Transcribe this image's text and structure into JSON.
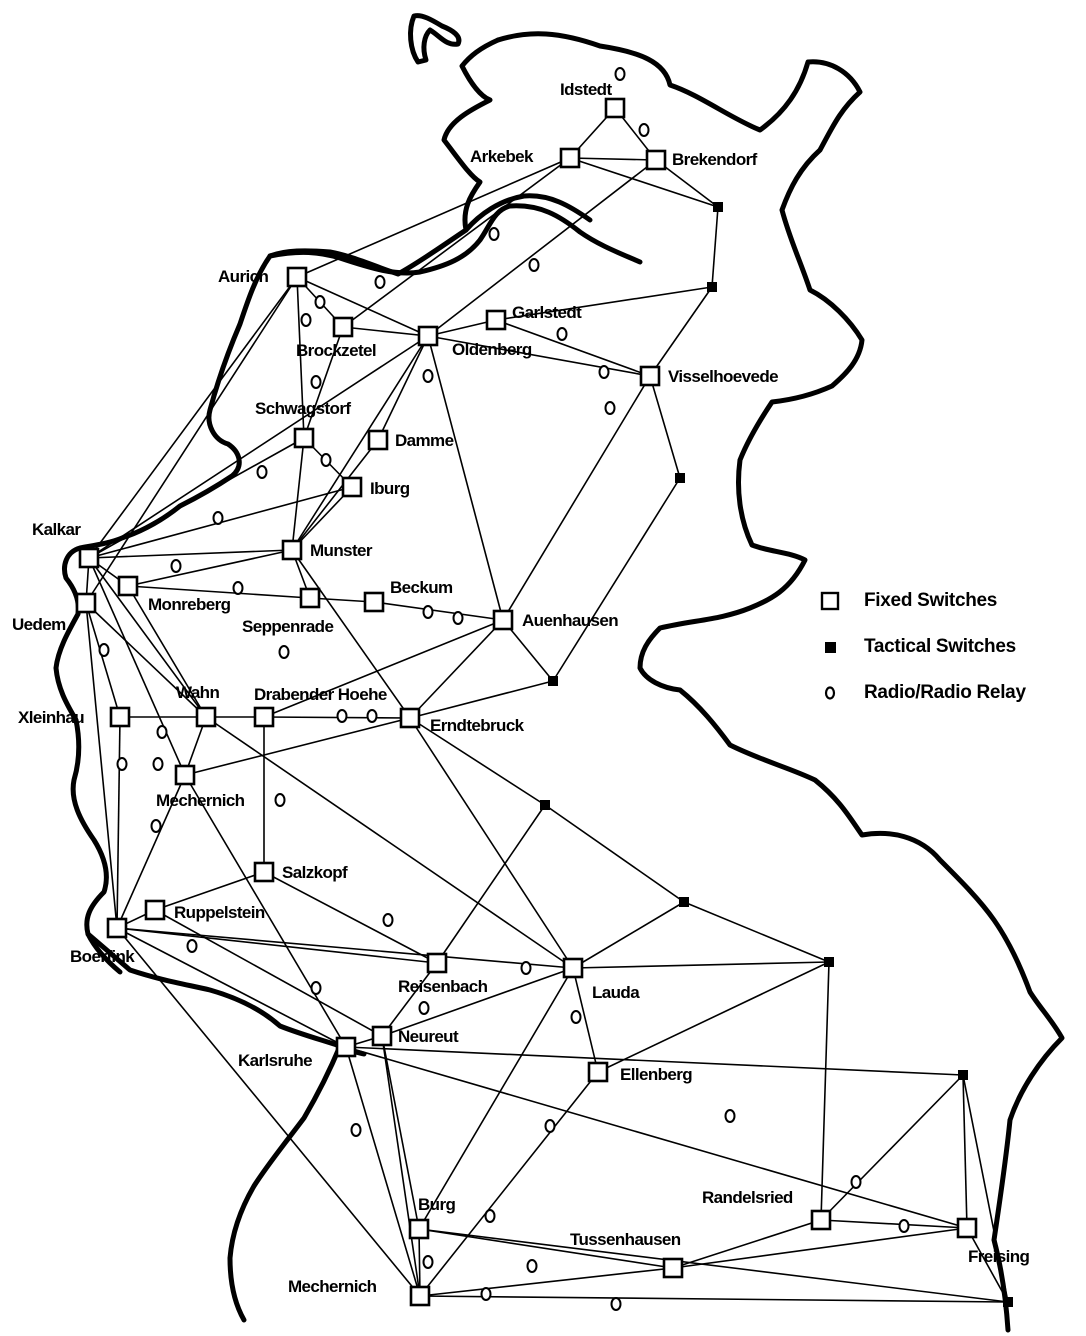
{
  "legend": {
    "fixed_label": "Fixed Switches",
    "tactical_label": "Tactical Switches",
    "relay_label": "Radio/Radio Relay"
  },
  "sites": [
    {
      "id": "idstedt",
      "name": "Idstedt",
      "type": "fixed"
    },
    {
      "id": "arkebek",
      "name": "Arkebek",
      "type": "fixed"
    },
    {
      "id": "brekendorf",
      "name": "Brekendorf",
      "type": "fixed"
    },
    {
      "id": "aurich",
      "name": "Aurich",
      "type": "fixed"
    },
    {
      "id": "garlstedt",
      "name": "Garlstedt",
      "type": "fixed"
    },
    {
      "id": "brockzetel",
      "name": "Brockzetel",
      "type": "fixed"
    },
    {
      "id": "oldenberg",
      "name": "Oldenberg",
      "type": "fixed"
    },
    {
      "id": "visselhoevede",
      "name": "Visselhoevede",
      "type": "fixed"
    },
    {
      "id": "schwagstorf",
      "name": "Schwagstorf",
      "type": "fixed"
    },
    {
      "id": "damme",
      "name": "Damme",
      "type": "fixed"
    },
    {
      "id": "iburg",
      "name": "Iburg",
      "type": "fixed"
    },
    {
      "id": "kalkar",
      "name": "Kalkar",
      "type": "fixed"
    },
    {
      "id": "munster",
      "name": "Munster",
      "type": "fixed"
    },
    {
      "id": "uedem",
      "name": "Uedem",
      "type": "fixed"
    },
    {
      "id": "monreberg",
      "name": "Monreberg",
      "type": "fixed"
    },
    {
      "id": "seppenrade",
      "name": "Seppenrade",
      "type": "fixed"
    },
    {
      "id": "beckum",
      "name": "Beckum",
      "type": "fixed"
    },
    {
      "id": "auenhausen",
      "name": "Auenhausen",
      "type": "fixed"
    },
    {
      "id": "xleinhau",
      "name": "Xleinhau",
      "type": "fixed"
    },
    {
      "id": "wahn",
      "name": "Wahn",
      "type": "fixed"
    },
    {
      "id": "drabender",
      "name": "Drabender Hoehe",
      "type": "fixed"
    },
    {
      "id": "erndtebruck",
      "name": "Erndtebruck",
      "type": "fixed"
    },
    {
      "id": "mechernich1",
      "name": "Mechernich",
      "type": "fixed"
    },
    {
      "id": "salzkopf",
      "name": "Salzkopf",
      "type": "fixed"
    },
    {
      "id": "ruppelstein",
      "name": "Ruppelstein",
      "type": "fixed"
    },
    {
      "id": "boerfink",
      "name": "Boerfink",
      "type": "fixed"
    },
    {
      "id": "reisenbach",
      "name": "Reisenbach",
      "type": "fixed"
    },
    {
      "id": "lauda",
      "name": "Lauda",
      "type": "fixed"
    },
    {
      "id": "neureut",
      "name": "Neureut",
      "type": "fixed"
    },
    {
      "id": "karlsruhe",
      "name": "Karlsruhe",
      "type": "fixed"
    },
    {
      "id": "ellenberg",
      "name": "Ellenberg",
      "type": "fixed"
    },
    {
      "id": "burg",
      "name": "Burg",
      "type": "fixed"
    },
    {
      "id": "randelsried",
      "name": "Randelsried",
      "type": "fixed"
    },
    {
      "id": "tussenhausen",
      "name": "Tussenhausen",
      "type": "fixed"
    },
    {
      "id": "freising",
      "name": "Freising",
      "type": "fixed"
    },
    {
      "id": "mechernich2",
      "name": "Mechernich",
      "type": "fixed"
    },
    {
      "id": "t1",
      "name": "",
      "type": "tactical"
    },
    {
      "id": "t2",
      "name": "",
      "type": "tactical"
    },
    {
      "id": "t3",
      "name": "",
      "type": "tactical"
    },
    {
      "id": "t4",
      "name": "",
      "type": "tactical"
    },
    {
      "id": "t5",
      "name": "",
      "type": "tactical"
    },
    {
      "id": "t6",
      "name": "",
      "type": "tactical"
    },
    {
      "id": "t7",
      "name": "",
      "type": "tactical"
    },
    {
      "id": "t8",
      "name": "",
      "type": "tactical"
    },
    {
      "id": "t9",
      "name": "",
      "type": "tactical"
    }
  ],
  "links": [
    [
      "idstedt",
      "arkebek"
    ],
    [
      "idstedt",
      "brekendorf"
    ],
    [
      "arkebek",
      "brekendorf"
    ],
    [
      "brekendorf",
      "t1"
    ],
    [
      "arkebek",
      "t1"
    ],
    [
      "arkebek",
      "aurich"
    ],
    [
      "arkebek",
      "brockzetel"
    ],
    [
      "brekendorf",
      "oldenberg"
    ],
    [
      "t1",
      "t2"
    ],
    [
      "t2",
      "garlstedt"
    ],
    [
      "t2",
      "visselhoevede"
    ],
    [
      "aurich",
      "brockzetel"
    ],
    [
      "aurich",
      "oldenberg"
    ],
    [
      "aurich",
      "kalkar"
    ],
    [
      "aurich",
      "schwagstorf"
    ],
    [
      "aurich",
      "uedem"
    ],
    [
      "brockzetel",
      "oldenberg"
    ],
    [
      "oldenberg",
      "garlstedt"
    ],
    [
      "oldenberg",
      "visselhoevede"
    ],
    [
      "garlstedt",
      "visselhoevede"
    ],
    [
      "oldenberg",
      "auenhausen"
    ],
    [
      "oldenberg",
      "munster"
    ],
    [
      "oldenberg",
      "damme"
    ],
    [
      "oldenberg",
      "kalkar"
    ],
    [
      "brockzetel",
      "schwagstorf"
    ],
    [
      "schwagstorf",
      "munster"
    ],
    [
      "schwagstorf",
      "iburg"
    ],
    [
      "schwagstorf",
      "kalkar"
    ],
    [
      "damme",
      "munster"
    ],
    [
      "iburg",
      "munster"
    ],
    [
      "visselhoevede",
      "t3"
    ],
    [
      "visselhoevede",
      "auenhausen"
    ],
    [
      "t3",
      "t4"
    ],
    [
      "kalkar",
      "munster"
    ],
    [
      "kalkar",
      "monreberg"
    ],
    [
      "kalkar",
      "uedem"
    ],
    [
      "kalkar",
      "wahn"
    ],
    [
      "kalkar",
      "mechernich1"
    ],
    [
      "kalkar",
      "iburg"
    ],
    [
      "monreberg",
      "munster"
    ],
    [
      "monreberg",
      "seppenrade"
    ],
    [
      "munster",
      "seppenrade"
    ],
    [
      "seppenrade",
      "beckum"
    ],
    [
      "beckum",
      "auenhausen"
    ],
    [
      "munster",
      "erndtebruck"
    ],
    [
      "auenhausen",
      "t4"
    ],
    [
      "auenhausen",
      "erndtebruck"
    ],
    [
      "auenhausen",
      "drabender"
    ],
    [
      "uedem",
      "xleinhau"
    ],
    [
      "uedem",
      "boerfink"
    ],
    [
      "xleinhau",
      "wahn"
    ],
    [
      "wahn",
      "drabender"
    ],
    [
      "wahn",
      "mechernich1"
    ],
    [
      "wahn",
      "lauda"
    ],
    [
      "drabender",
      "erndtebruck"
    ],
    [
      "drabender",
      "salzkopf"
    ],
    [
      "erndtebruck",
      "t4"
    ],
    [
      "erndtebruck",
      "t5"
    ],
    [
      "erndtebruck",
      "lauda"
    ],
    [
      "erndtebruck",
      "mechernich1"
    ],
    [
      "t5",
      "reisenbach"
    ],
    [
      "t5",
      "t6"
    ],
    [
      "t6",
      "lauda"
    ],
    [
      "t6",
      "t7"
    ],
    [
      "xleinhau",
      "boerfink"
    ],
    [
      "mechernich1",
      "boerfink"
    ],
    [
      "mechernich1",
      "karlsruhe"
    ],
    [
      "salzkopf",
      "ruppelstein"
    ],
    [
      "salzkopf",
      "reisenbach"
    ],
    [
      "ruppelstein",
      "boerfink"
    ],
    [
      "ruppelstein",
      "neureut"
    ],
    [
      "boerfink",
      "reisenbach"
    ],
    [
      "boerfink",
      "lauda"
    ],
    [
      "boerfink",
      "karlsruhe"
    ],
    [
      "boerfink",
      "mechernich2"
    ],
    [
      "reisenbach",
      "neureut"
    ],
    [
      "lauda",
      "t7"
    ],
    [
      "lauda",
      "neureut"
    ],
    [
      "lauda",
      "ellenberg"
    ],
    [
      "lauda",
      "burg"
    ],
    [
      "t7",
      "ellenberg"
    ],
    [
      "t7",
      "randelsried"
    ],
    [
      "neureut",
      "karlsruhe"
    ],
    [
      "neureut",
      "burg"
    ],
    [
      "neureut",
      "mechernich2"
    ],
    [
      "karlsruhe",
      "t8"
    ],
    [
      "karlsruhe",
      "mechernich2"
    ],
    [
      "karlsruhe",
      "freising"
    ],
    [
      "ellenberg",
      "mechernich2"
    ],
    [
      "t8",
      "freising"
    ],
    [
      "t8",
      "randelsried"
    ],
    [
      "t8",
      "t9"
    ],
    [
      "burg",
      "tussenhausen"
    ],
    [
      "burg",
      "t9"
    ],
    [
      "burg",
      "mechernich2"
    ],
    [
      "randelsried",
      "freising"
    ],
    [
      "randelsried",
      "tussenhausen"
    ],
    [
      "tussenhausen",
      "freising"
    ],
    [
      "tussenhausen",
      "mechernich2"
    ],
    [
      "mechernich2",
      "t9"
    ],
    [
      "freising",
      "t9"
    ],
    [
      "monreberg",
      "wahn"
    ],
    [
      "uedem",
      "wahn"
    ]
  ]
}
